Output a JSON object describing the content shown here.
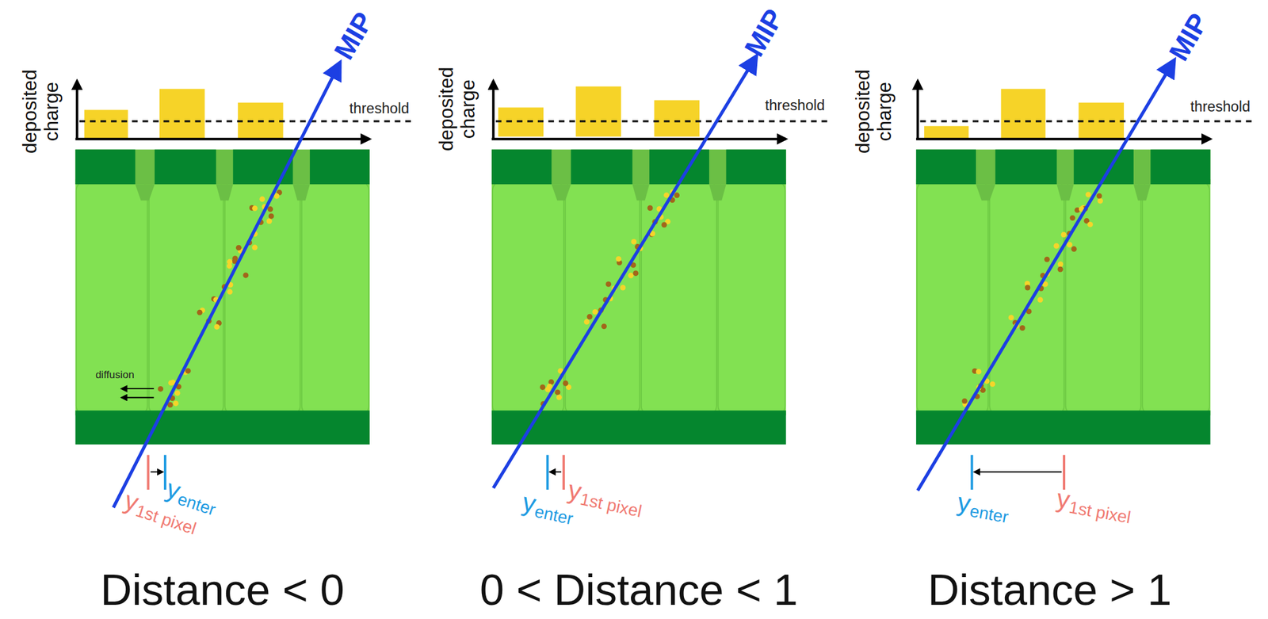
{
  "diagram": {
    "labels": [
      "deposited charge",
      "threshold",
      "MIP",
      "diffusion",
      "y",
      "1st pixel",
      "y",
      "enter",
      "Distance < 0",
      "deposited charge",
      "threshold",
      "MIP",
      "y",
      "enter",
      "y",
      "1st pixel",
      "0 < Distance < 1",
      "deposited charge",
      "threshold",
      "MIP",
      "y",
      "enter",
      "y",
      "1st pixel",
      "Distance > 1"
    ]
  }
}
